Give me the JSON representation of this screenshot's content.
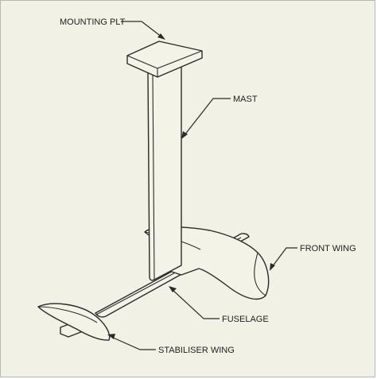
{
  "diagram": {
    "labels": {
      "mounting_plate": "MOUNTING PLT",
      "mast": "MAST",
      "front_wing": "FRONT WING",
      "fuselage": "FUSELAGE",
      "stabiliser_wing": "STABILISER WING"
    },
    "colors": {
      "background": "#f2f1e6",
      "part_fill": "#f4f3e8",
      "line": "#2a2a2a"
    }
  }
}
